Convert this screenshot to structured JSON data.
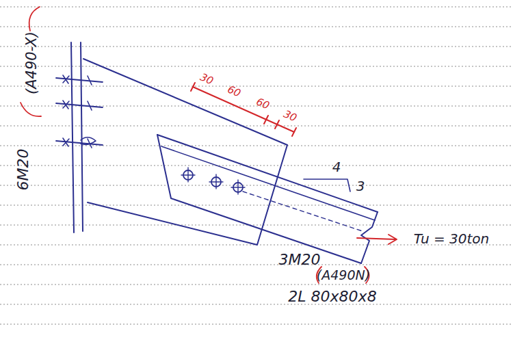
{
  "diagram": {
    "labels": [
      "6M20",
      "(A490-X)",
      "30",
      "60",
      "60",
      "30",
      "4",
      "3",
      "Tu = 30ton",
      "3M20",
      "(A490N)",
      "2L 80x80x8"
    ]
  }
}
